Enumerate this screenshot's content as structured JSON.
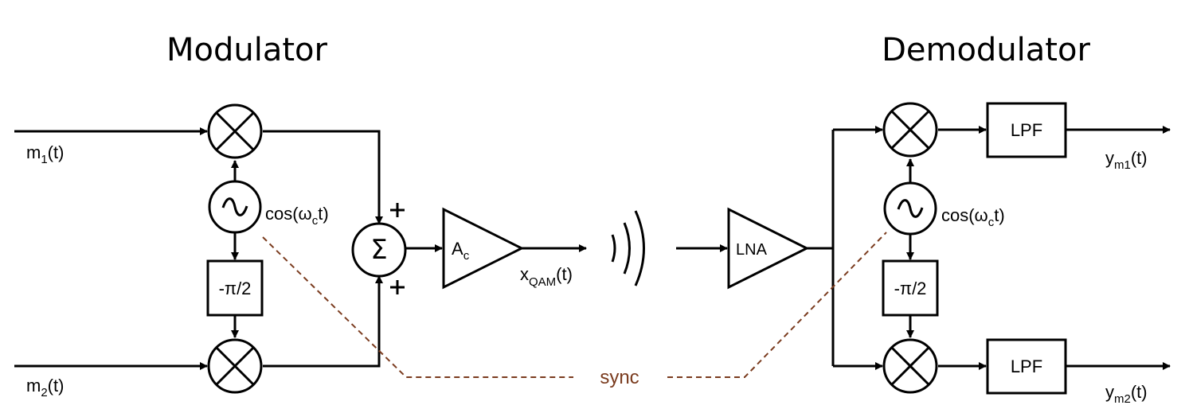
{
  "modulator": {
    "title": "Modulator",
    "input1": {
      "main": "m",
      "sub": "1",
      "tail": "(t)"
    },
    "input2": {
      "main": "m",
      "sub": "2",
      "tail": "(t)"
    },
    "carrier": {
      "pre": "cos(ω",
      "sub": "c",
      "post": "t)"
    },
    "phase_shift": "-π/2",
    "amp": {
      "main": "A",
      "sub": "c"
    },
    "output": {
      "main": "x",
      "sub": "QAM",
      "tail": "(t)"
    },
    "sum_symbol": "Σ"
  },
  "demodulator": {
    "title": "Demodulator",
    "lna": "LNA",
    "carrier": {
      "pre": "cos(ω",
      "sub": "c",
      "post": "t)"
    },
    "phase_shift": "-π/2",
    "lpf1": "LPF",
    "lpf2": "LPF",
    "output1": {
      "main": "y",
      "sub": "m1",
      "tail": "(t)"
    },
    "output2": {
      "main": "y",
      "sub": "m2",
      "tail": "(t)"
    }
  },
  "sync_label": "sync"
}
